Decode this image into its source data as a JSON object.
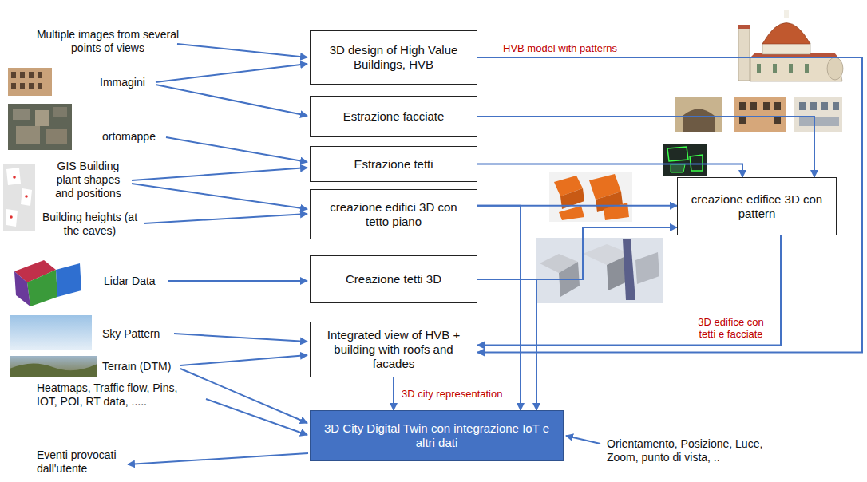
{
  "diagram": {
    "nodes": [
      {
        "text": [
          "3D design of High Value Buildings, HVB"
        ]
      },
      {
        "text": [
          "Estrazione facciate"
        ]
      },
      {
        "text": [
          "Estrazione tetti"
        ]
      },
      {
        "text": [
          "creazione edifici 3D con tetto piano"
        ]
      },
      {
        "text": [
          "Creazione tetti 3D"
        ]
      },
      {
        "text": [
          "creazione edifice 3D con pattern"
        ]
      },
      {
        "text": [
          "Integrated view of HVB + building with roofs and facades"
        ]
      },
      {
        "text": [
          "3D City Digital Twin con integrazione IoT e altri dati"
        ]
      }
    ],
    "edges": [
      {
        "from": 0,
        "to": 6,
        "label": "HVB model with patterns",
        "arrow": "to"
      },
      {
        "from": 1,
        "to": 5,
        "arrow": "to"
      },
      {
        "from": 2,
        "to": 5,
        "arrow": "to"
      },
      {
        "from": 3,
        "to": 5,
        "arrow": "to"
      },
      {
        "from": 4,
        "to": 5,
        "arrow": "to"
      },
      {
        "from": 5,
        "to": 6,
        "label": "3D edifice con tetti e facciate",
        "arrow": "to"
      },
      {
        "from": 6,
        "to": 7,
        "label": "3D city representation",
        "arrow": "to"
      },
      {
        "from": 3,
        "to": 7,
        "arrow": "to"
      },
      {
        "from": 4,
        "to": 7,
        "arrow": "to"
      }
    ],
    "labels": [
      "Multiple images from several points of views",
      "Immagini",
      "ortomappe",
      "GIS Building plant shapes and positions",
      "Building heights (at the eaves)",
      "Lidar Data",
      "Sky Pattern",
      "Terrain (DTM)",
      "Heatmaps, Traffic flow, Pins, IOT, POI, RT data, .....",
      "Eventi provocati dall'utente",
      "Orientamento, Posizione, Luce, Zoom, punto di vista, .."
    ]
  }
}
